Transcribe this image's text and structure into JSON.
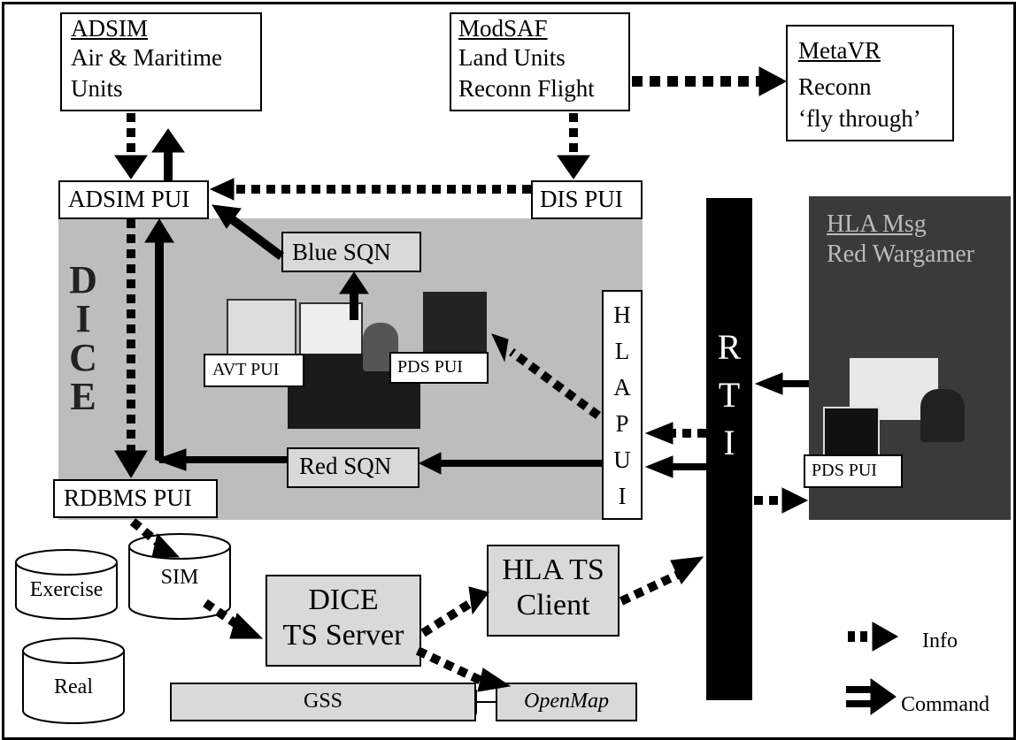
{
  "adsim": {
    "title": "ADSIM",
    "line1": "Air & Maritime",
    "line2": "Units"
  },
  "modsaf": {
    "title": "ModSAF",
    "line1": "Land Units",
    "line2": "Reconn Flight"
  },
  "metavr": {
    "title": "MetaVR",
    "line1": "Reconn",
    "line2": "‘fly through’"
  },
  "adsim_pui": "ADSIM PUI",
  "dis_pui": "DIS PUI",
  "blue_sqn": "Blue SQN",
  "red_sqn": "Red SQN",
  "rdbms_pui": "RDBMS PUI",
  "avt_pui": "AVT PUI",
  "pds_pui": "PDS PUI",
  "pds_pui_right": "PDS PUI",
  "dice_letters": [
    "D",
    "I",
    "C",
    "E"
  ],
  "hla_pui_letters": [
    "H",
    "L",
    "A",
    "P",
    "U",
    "I"
  ],
  "rti_letters": [
    "R",
    "T",
    "I"
  ],
  "hla_msg": {
    "line1": "HLA Msg",
    "line2": "Red Wargamer"
  },
  "db": {
    "exercise": "Exercise",
    "sim": "SIM",
    "real": "Real"
  },
  "dice_ts": {
    "line1": "DICE",
    "line2": "TS Server"
  },
  "hla_ts": {
    "line1": "HLA TS",
    "line2": "Client"
  },
  "gss": "GSS",
  "openmap": "OpenMap",
  "legend": {
    "info": "Info",
    "command": "Command"
  },
  "colors": {
    "panel": "#c8c8c8",
    "dark": "#3a3a3a",
    "black": "#000000"
  }
}
